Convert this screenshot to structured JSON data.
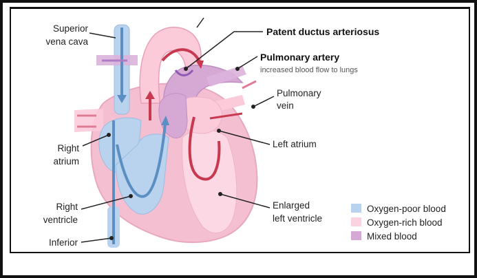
{
  "labels": {
    "superior_vena_cava": [
      "Superior",
      "vena cava"
    ],
    "patent_ductus": "Patent ductus arteriosus",
    "pulmonary_artery": "Pulmonary artery",
    "pulmonary_artery_note": "increased blood flow to lungs",
    "pulmonary_vein": [
      "Pulmonary",
      "vein"
    ],
    "right_atrium": [
      "Right",
      "atrium"
    ],
    "left_atrium": "Left atrium",
    "right_ventricle": [
      "Right",
      "ventricle"
    ],
    "enlarged_left_ventricle": [
      "Enlarged",
      "left ventricle"
    ],
    "inferior": "Inferior"
  },
  "legend": [
    {
      "label": "Oxygen-poor blood",
      "color": "#b9d3ee"
    },
    {
      "label": "Oxygen-rich blood",
      "color": "#fbd3e0"
    },
    {
      "label": "Mixed blood",
      "color": "#d6a9d4"
    }
  ],
  "colors": {
    "oxygen_poor": "#b9d3ee",
    "oxygen_poor_dark": "#5b8fc4",
    "oxygen_rich": "#fbd3e0",
    "oxygen_rich_dark": "#c8394f",
    "mixed": "#d6a9d4",
    "mixed_dark": "#8f59b5",
    "heart_wall": "#f4bfd1"
  }
}
